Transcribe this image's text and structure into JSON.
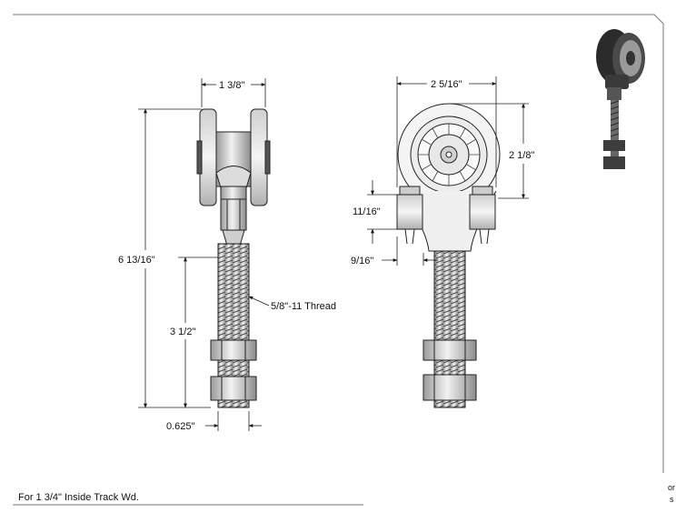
{
  "dimensions": {
    "side_width": "1 3/8\"",
    "overall_height": "6 13/16\"",
    "thread_length": "3 1/2\"",
    "thread_note": "5/8\"-11 Thread",
    "stud_diameter": "0.625\"",
    "front_width": "2 5/16\"",
    "wheel_diameter": "2 1/8\"",
    "block_height": "11/16\"",
    "offset": "9/16\""
  },
  "notes": {
    "track": "For 1 3/4\" Inside Track Wd.",
    "fragment_top": "or",
    "fragment_bottom": "s"
  }
}
